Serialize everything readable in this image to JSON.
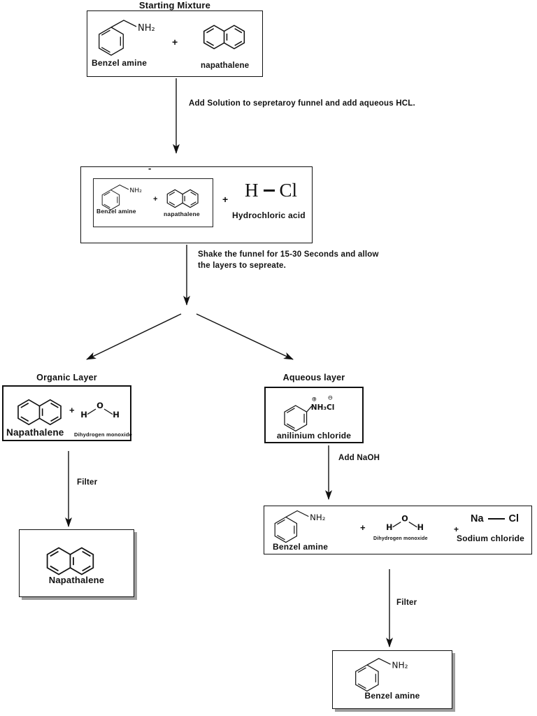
{
  "header": {
    "title": "Starting Mixture"
  },
  "layers": {
    "organic": "Organic Layer",
    "aqueous": "Aqueous layer"
  },
  "steps": {
    "add_hcl": "Add Solution to sepretaroy funnel and add aqueous HCL.",
    "shake1": "Shake the funnel for 15-30 Seconds and allow",
    "shake2": "the layers to sepreate.",
    "filter_left": "Filter",
    "add_naoh": "Add NaOH",
    "filter_right": "Filter"
  },
  "sym": {
    "plus": "+",
    "minus": "-"
  },
  "mol": {
    "nh2": "NH₂",
    "benzylamine": "Benzel amine",
    "naphthalene_lower": "napathalene",
    "naphthalene_cap": "Napathalene",
    "o": "O",
    "h": "H",
    "water": "Dihydrogen monoxide",
    "hcl_h": "H",
    "hcl_cl": "Cl",
    "hcl": "Hydrochloric acid",
    "anilinium_formula": "NH₃Cl",
    "plus_charge": "⊕",
    "minus_charge": "⊖",
    "anilinium": "anilinium chloride",
    "na": "Na",
    "cl": "Cl",
    "nacl": "Sodium chloride"
  },
  "colors": {
    "line": "#111111",
    "shadow": "#9e9e9e",
    "background": "#ffffff"
  }
}
